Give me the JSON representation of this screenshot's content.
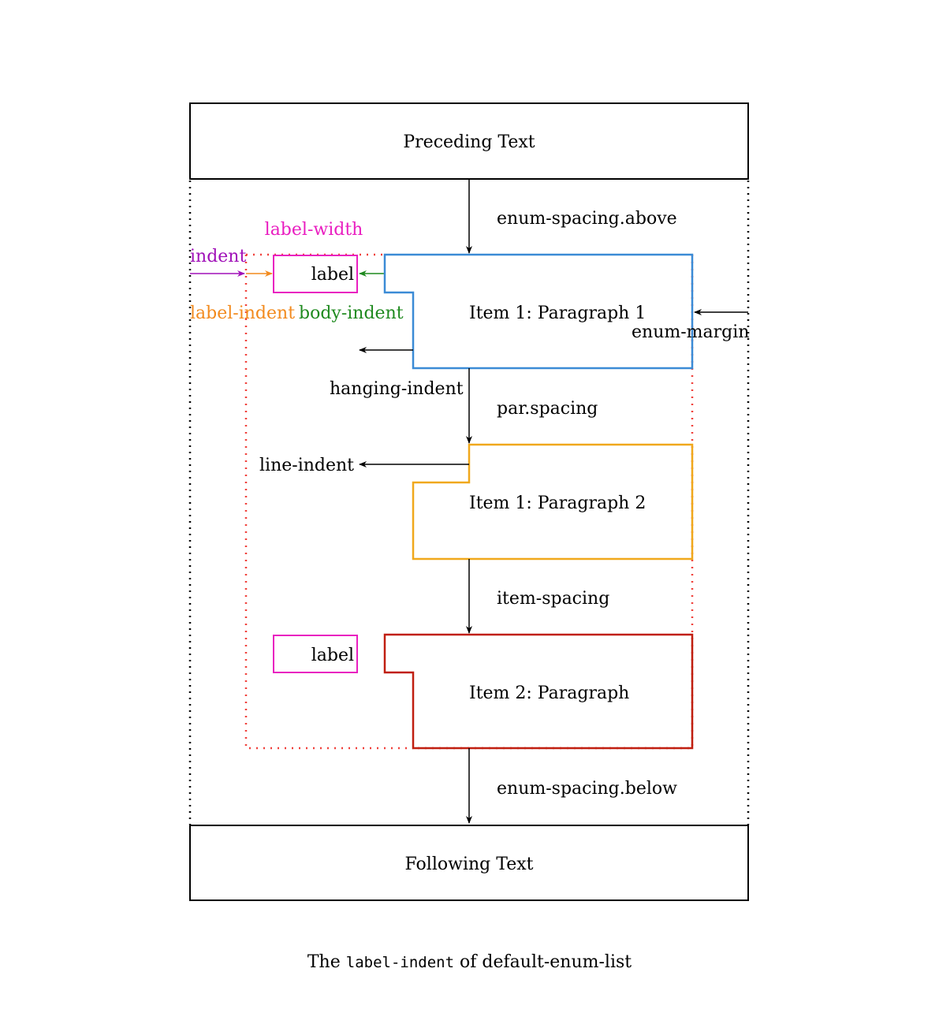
{
  "diagram": {
    "preceding_text": "Preceding Text",
    "following_text": "Following Text",
    "enum_spacing_above": "enum-spacing.above",
    "enum_spacing_below": "enum-spacing.below",
    "label_width": "label-width",
    "indent": "indent",
    "label_1": "label",
    "label_2": "label",
    "label_indent": "label-indent",
    "body_indent": "body-indent",
    "item1_par1": "Item 1: Paragraph 1",
    "enum_margin": "enum-margin",
    "hanging_indent": "hanging-indent",
    "par_spacing": "par.spacing",
    "line_indent": "line-indent",
    "item1_par2": "Item 1: Paragraph 2",
    "item_spacing": "item-spacing",
    "item2_par": "Item 2: Paragraph"
  },
  "caption": {
    "prefix": "The",
    "code": "label-indent",
    "suffix": "of default-enum-list"
  },
  "colors": {
    "label_box": "#e91ec0",
    "indent": "#a010b8",
    "label_indent": "#f28a1d",
    "body_indent": "#1f8a1f",
    "item1_par1_border": "#3b8bd6",
    "item1_par2_border": "#f0a81c",
    "item2_border": "#c01f10",
    "dotted_red": "#f0403a"
  }
}
